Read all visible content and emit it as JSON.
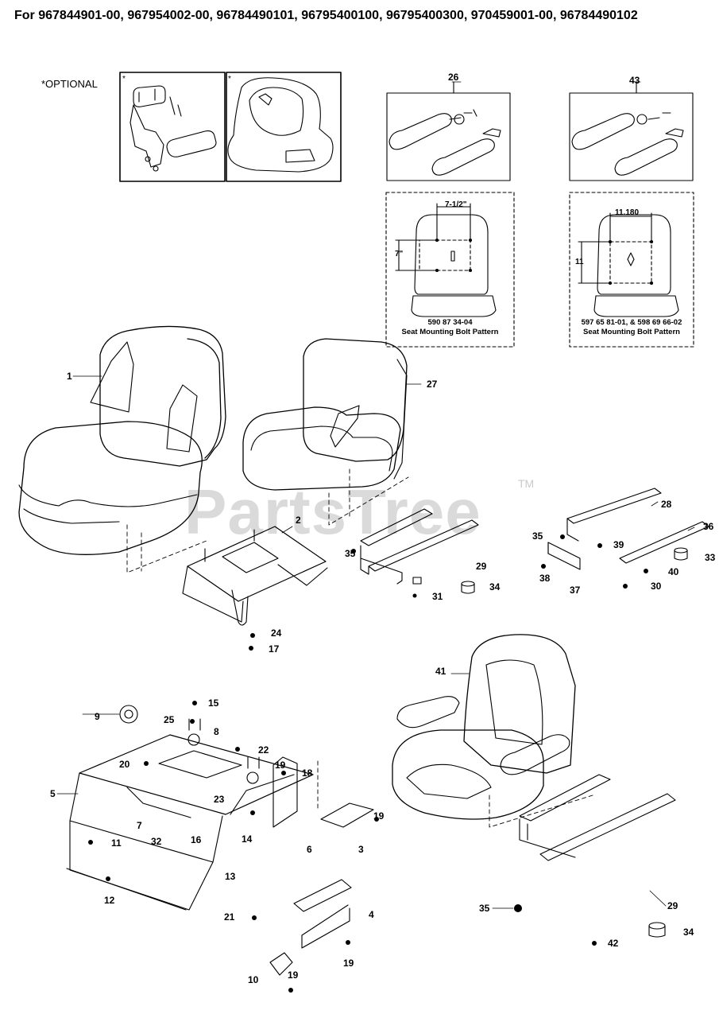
{
  "header": {
    "models": "For 967844901-00, 967954002-00, 96784490101, 96795400100, 96795400300, 970459001-00, 96784490102"
  },
  "optional_label": "*OPTIONAL",
  "optional_marks": [
    "*",
    "*"
  ],
  "watermark": {
    "text": "PartsTree",
    "trademark": "TM"
  },
  "bolt_patterns": [
    {
      "part_number": "590 87 34-04",
      "title": "Seat Mounting Bolt Pattern",
      "width": "7-1/2\"",
      "height": "7\""
    },
    {
      "part_number": "597 65 81-01, & 598 69 66-02",
      "title": "Seat Mounting Bolt Pattern",
      "width": "11.180",
      "height": "11"
    }
  ],
  "callouts": [
    "1",
    "2",
    "3",
    "4",
    "5",
    "6",
    "7",
    "8",
    "9",
    "10",
    "11",
    "12",
    "13",
    "14",
    "15",
    "16",
    "17",
    "18",
    "19",
    "19",
    "19",
    "19",
    "20",
    "21",
    "22",
    "23",
    "24",
    "25",
    "26",
    "27",
    "28",
    "29",
    "29",
    "30",
    "31",
    "32",
    "33",
    "34",
    "34",
    "35",
    "35",
    "35",
    "36",
    "37",
    "38",
    "39",
    "40",
    "41",
    "42",
    "43"
  ]
}
